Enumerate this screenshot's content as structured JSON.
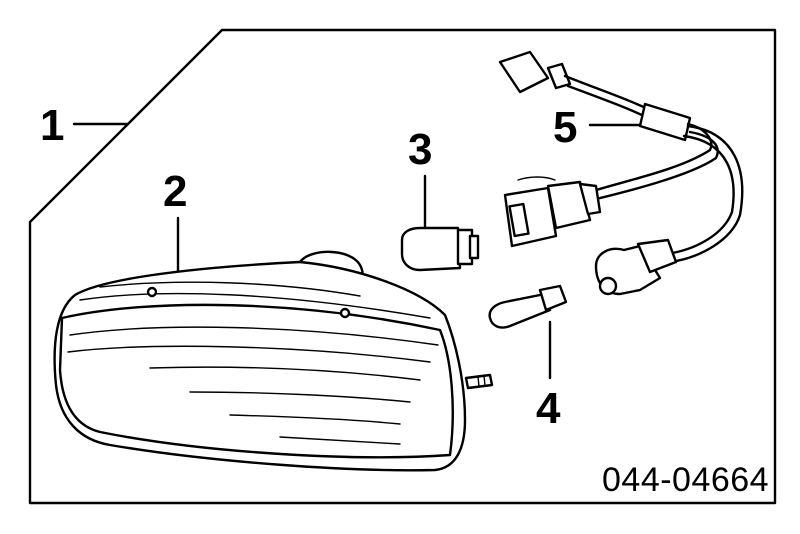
{
  "callouts": {
    "c1": "1",
    "c2": "2",
    "c3": "3",
    "c4": "4",
    "c5": "5"
  },
  "part_number": "044-04664"
}
